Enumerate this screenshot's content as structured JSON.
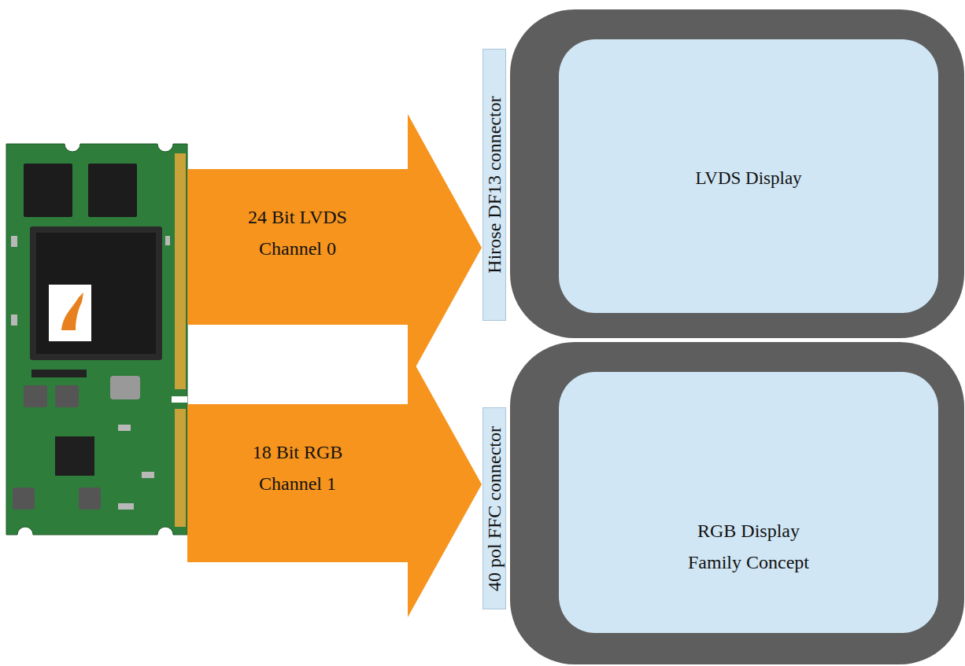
{
  "diagram": {
    "nodes": [
      {
        "text": [
          "24 Bit LVDS Channel 0"
        ]
      },
      {
        "text": [
          "Hirose DF13 connector"
        ]
      },
      {
        "text": [
          "LVDS Display"
        ]
      },
      {
        "text": [
          "18 Bit RGB Channel 1"
        ]
      },
      {
        "text": [
          "40 pol FFC connector"
        ]
      },
      {
        "text": [
          "RGB Display Family Concept"
        ]
      }
    ]
  }
}
